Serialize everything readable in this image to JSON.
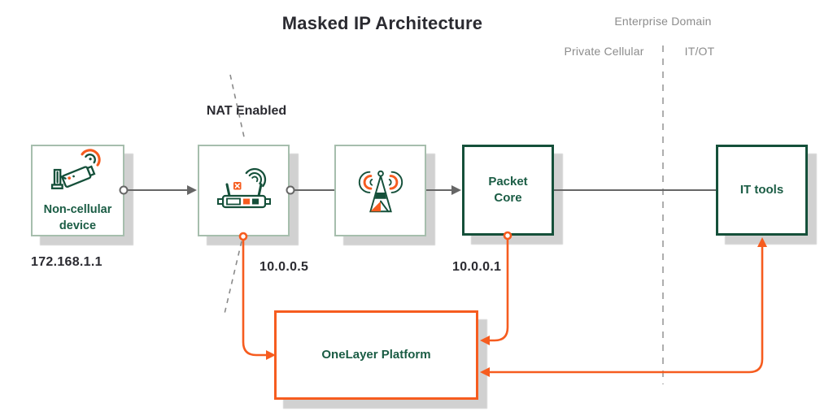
{
  "title": "Masked IP Architecture",
  "zones": {
    "header": "Enterprise Domain",
    "left": "Private Cellular",
    "right": "IT/OT"
  },
  "nat_label": "NAT Enabled",
  "nodes": {
    "device": {
      "label": "Non-cellular device",
      "ip": "172.168.1.1",
      "icon": "cctv-camera-icon"
    },
    "router": {
      "ip": "10.0.0.5",
      "icon": "wireless-router-icon"
    },
    "tower": {
      "icon": "cell-tower-icon"
    },
    "packet_core": {
      "label": "Packet Core",
      "ip": "10.0.0.1"
    },
    "it_tools": {
      "label": "IT tools"
    },
    "platform": {
      "label": "OneLayer Platform"
    }
  },
  "colors": {
    "accent_orange": "#F65C1F",
    "dark_green_text": "#1A5C44",
    "dark_green_border": "#15503A",
    "sage_border": "#A6BEAD",
    "gray_label": "#8C8C8C",
    "dark_text": "#2B2B31",
    "connector_gray": "#666666",
    "shadow_gray": "#D1D1D1"
  }
}
